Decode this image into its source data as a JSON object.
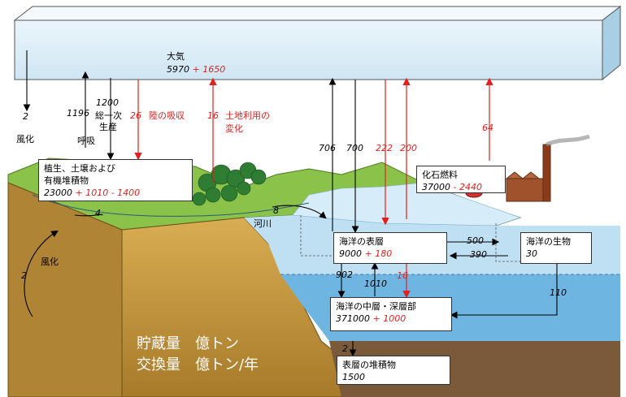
{
  "boxes": {
    "atmosphere": {
      "title": "大気",
      "base": "5970",
      "change": "+ 1650"
    },
    "land": {
      "title1": "植生、土壌および",
      "title2": "有機堆積物",
      "base": "23000",
      "change1": "+ 1010",
      "change2": "- 1400"
    },
    "fossil": {
      "title": "化石燃料",
      "base": "37000",
      "change": "- 2440"
    },
    "surface": {
      "title": "海洋の表層",
      "base": "9000",
      "change": "+ 180"
    },
    "biota": {
      "title": "海洋の生物",
      "base": "30"
    },
    "deep": {
      "title": "海洋の中層・深層部",
      "base": "371000",
      "change": "+ 1000"
    },
    "sediment": {
      "title": "表層の堆積物",
      "base": "1500"
    }
  },
  "flows": {
    "weathering_atm": {
      "value": "2",
      "label": "風化"
    },
    "respiration": {
      "value": "1196",
      "label": "呼吸"
    },
    "gpp": {
      "value": "1200",
      "label1": "総一次",
      "label2": "生産"
    },
    "land_sink": {
      "value": "26",
      "label": "陸の吸収"
    },
    "land_use": {
      "value": "16",
      "label1": "土地利用の",
      "label2": "変化"
    },
    "ocean_out": "706",
    "ocean_in": "700",
    "ocean_in_anthro": "222",
    "ocean_out_anthro": "200",
    "fossil_emission": "64",
    "rivers_small": "4",
    "rivers": {
      "value": "8",
      "label": "河川"
    },
    "weathering_rock": {
      "value": "2",
      "label": "風化"
    },
    "surface_to_biota": "500",
    "biota_to_surface": "390",
    "surface_to_deep": "902",
    "deep_to_surface": "1010",
    "surface_to_deep_anthro": "16",
    "biota_to_deep": "110",
    "deep_to_sediment": "2"
  },
  "legend": {
    "stock": "貯蔵量　億トン",
    "flux": "交換量　億トン/年"
  },
  "colors": {
    "red": "#e0211f",
    "atmosphere": "#dceef8",
    "ocean_surface": "#b9def2",
    "ocean_deep": "#72b7e3",
    "soil": "#c99a3b",
    "land": "#8bc34a"
  }
}
